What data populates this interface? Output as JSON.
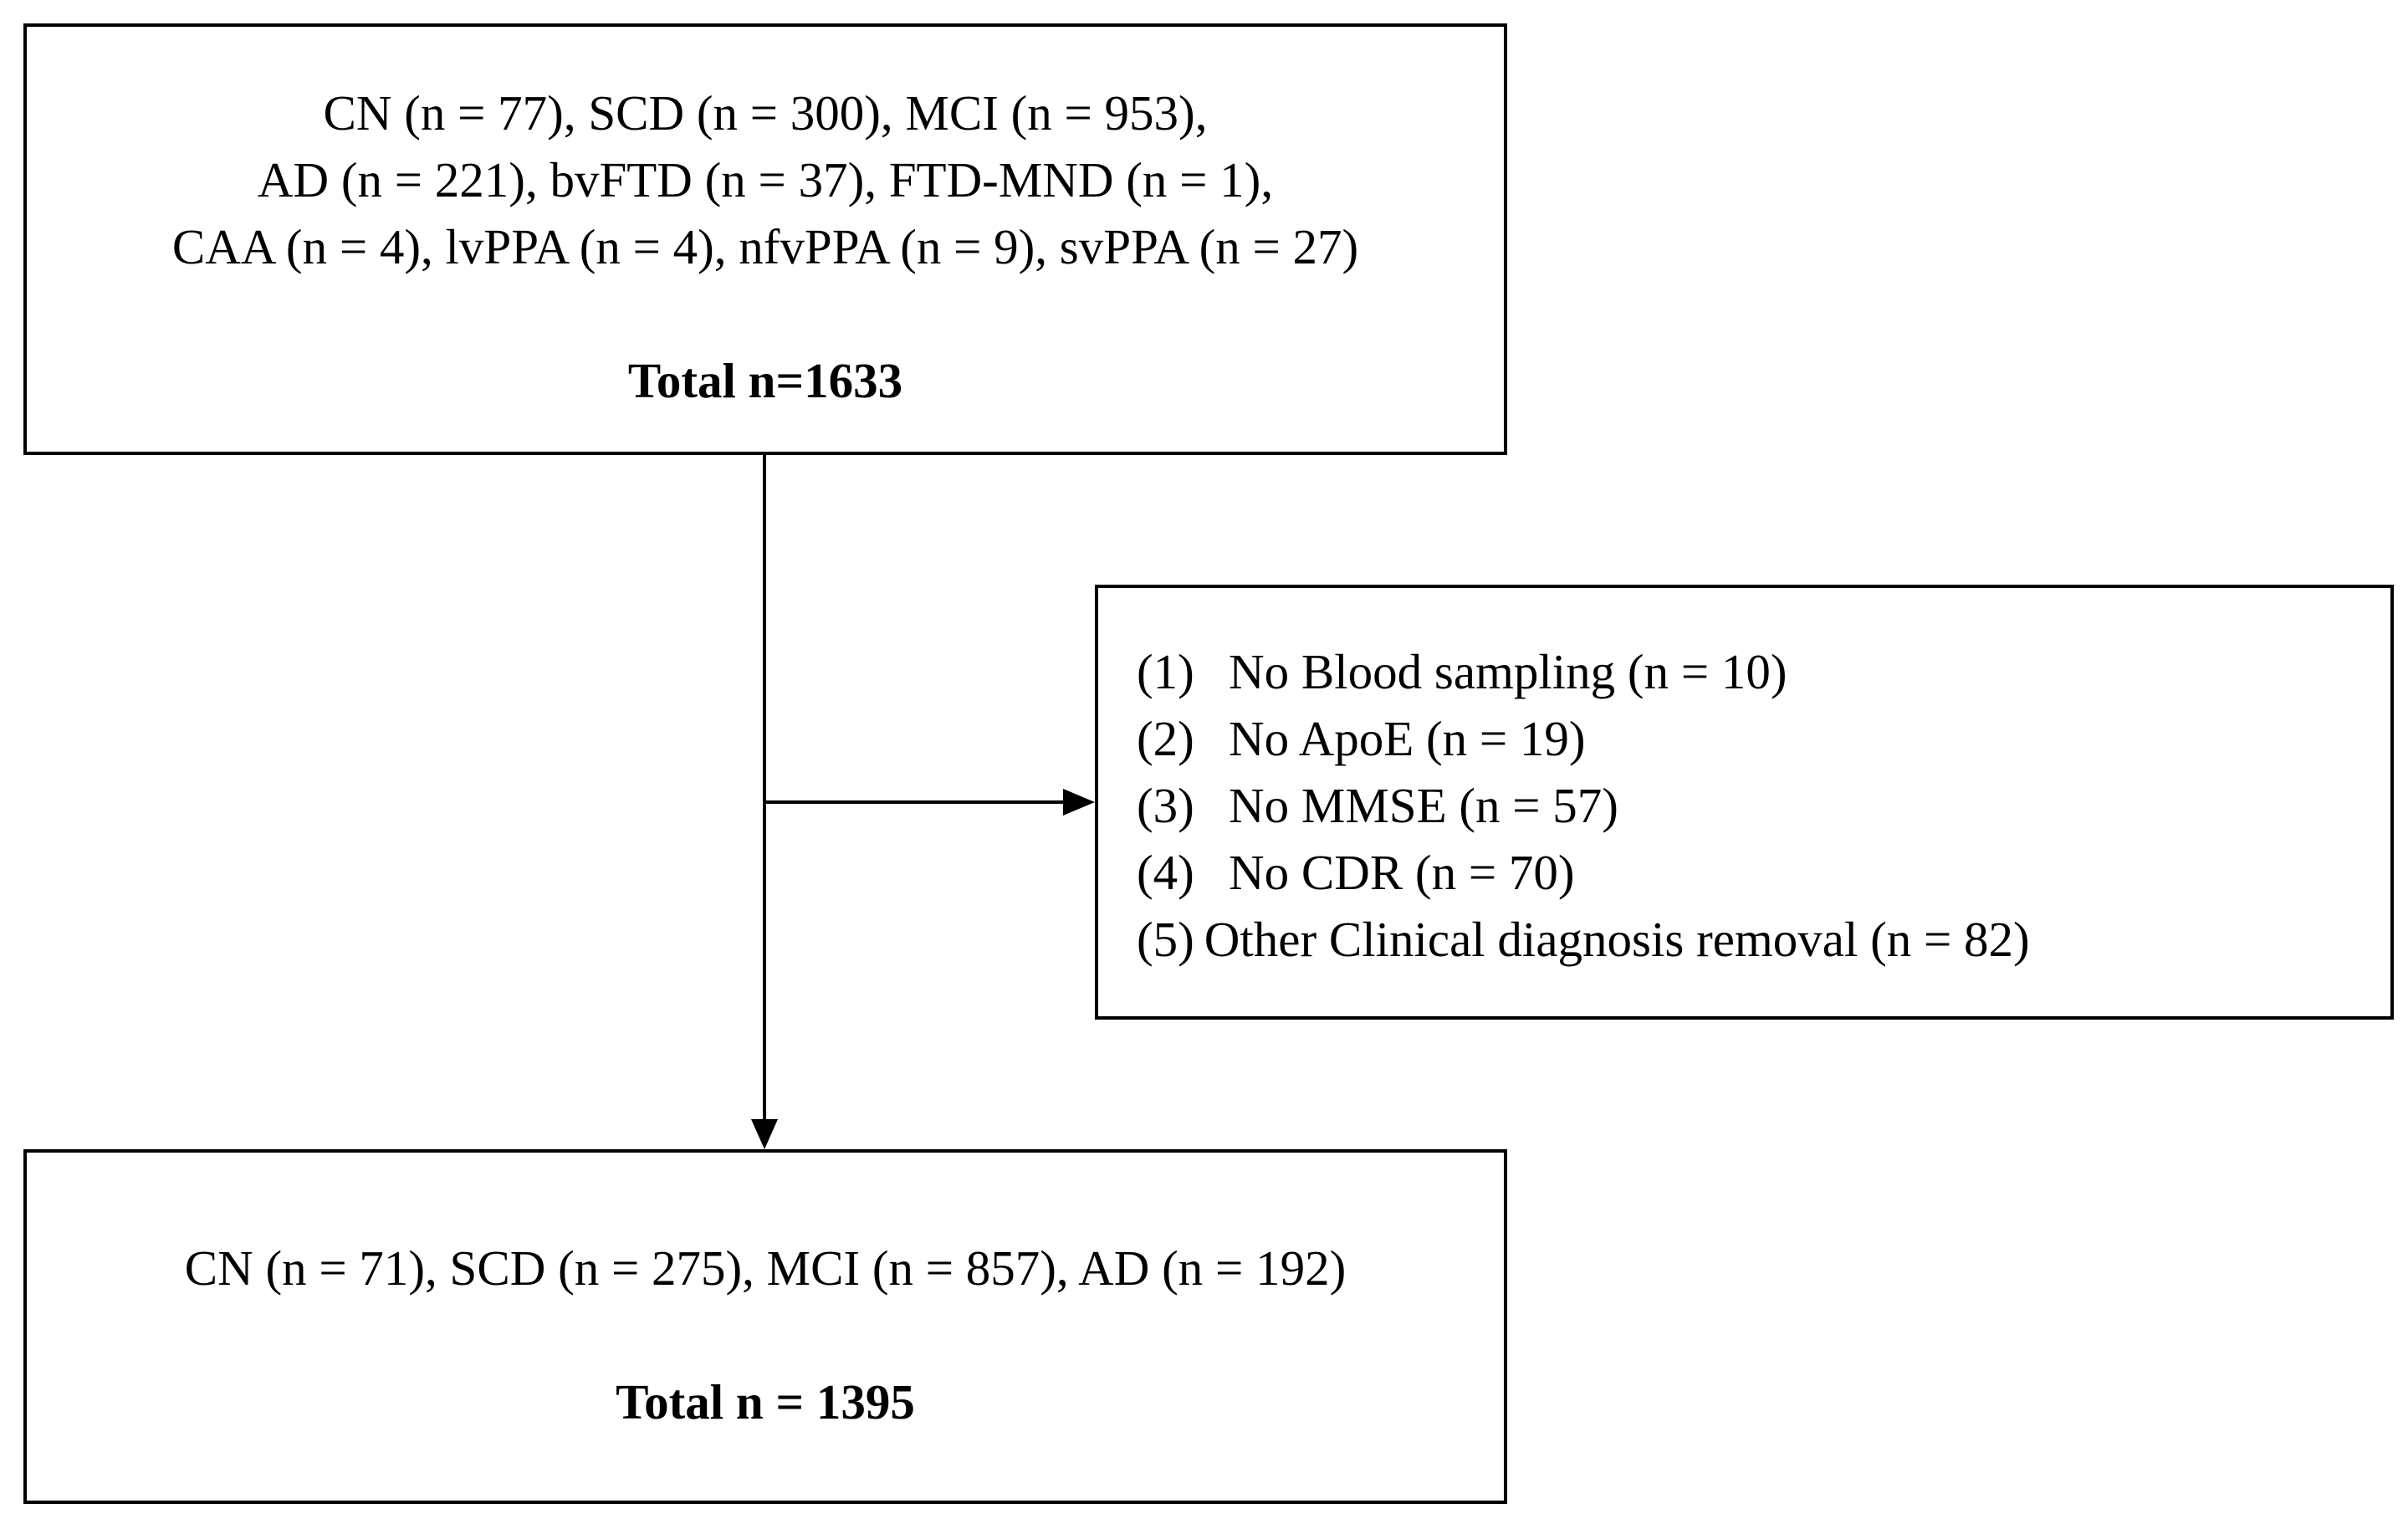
{
  "top_box": {
    "lines": [
      "CN (n = 77), SCD (n = 300), MCI (n = 953),",
      "AD (n = 221), bvFTD (n = 37), FTD-MND (n = 1),",
      "CAA (n = 4), lvPPA (n = 4), nfvPPA (n = 9), svPPA (n = 27)"
    ],
    "total": "Total n=1633"
  },
  "exclusion_box": {
    "items": [
      {
        "num": "(1)",
        "text": "No Blood sampling (n = 10)"
      },
      {
        "num": "(2)",
        "text": "No ApoE (n = 19)"
      },
      {
        "num": "(3)",
        "text": "No MMSE (n = 57)"
      },
      {
        "num": "(4)",
        "text": "No CDR (n = 70)"
      },
      {
        "num": "(5)",
        "text": "Other Clinical diagnosis removal (n = 82)"
      }
    ]
  },
  "bottom_box": {
    "line": "CN (n = 71), SCD (n = 275), MCI (n = 857), AD (n = 192)",
    "total": "Total n = 1395"
  }
}
